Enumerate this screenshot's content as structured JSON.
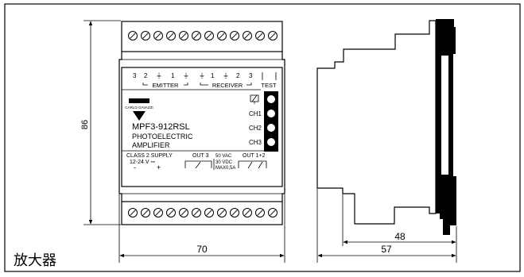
{
  "device": {
    "emitter_pins": [
      "3",
      "2",
      "⏚",
      "1",
      "⏚"
    ],
    "emitter_label": "EMITTER",
    "receiver_pins": [
      "⏚",
      "1",
      "⏚",
      "2",
      "3"
    ],
    "receiver_label": "RECEIVER",
    "test_label": "TEST",
    "brand": "CARLO GAVAZZI",
    "model": "MPF3-912RSL",
    "type_line1": "PHOTOELECTRIC",
    "type_line2": "AMPLIFIER",
    "channels": [
      "CH1",
      "CH2",
      "CH3"
    ],
    "supply_line1": "CLASS 2 SUPPLY",
    "supply_line2": "12-24 V ⎓",
    "supply_minus": "-",
    "supply_plus": "+",
    "out3_label": "OUT 3",
    "rating_1": "50 VAC",
    "rating_2": "30 VDC",
    "rating_3": "MAX0,5A",
    "out12_label": "OUT 1+2"
  },
  "dimensions": {
    "height": "86",
    "width_front": "70",
    "depth_body": "48",
    "depth_total": "57"
  },
  "caption": "放大器",
  "colors": {
    "line": "#000000",
    "background": "#ffffff",
    "led": "#ffffff",
    "logo": "#000000"
  }
}
